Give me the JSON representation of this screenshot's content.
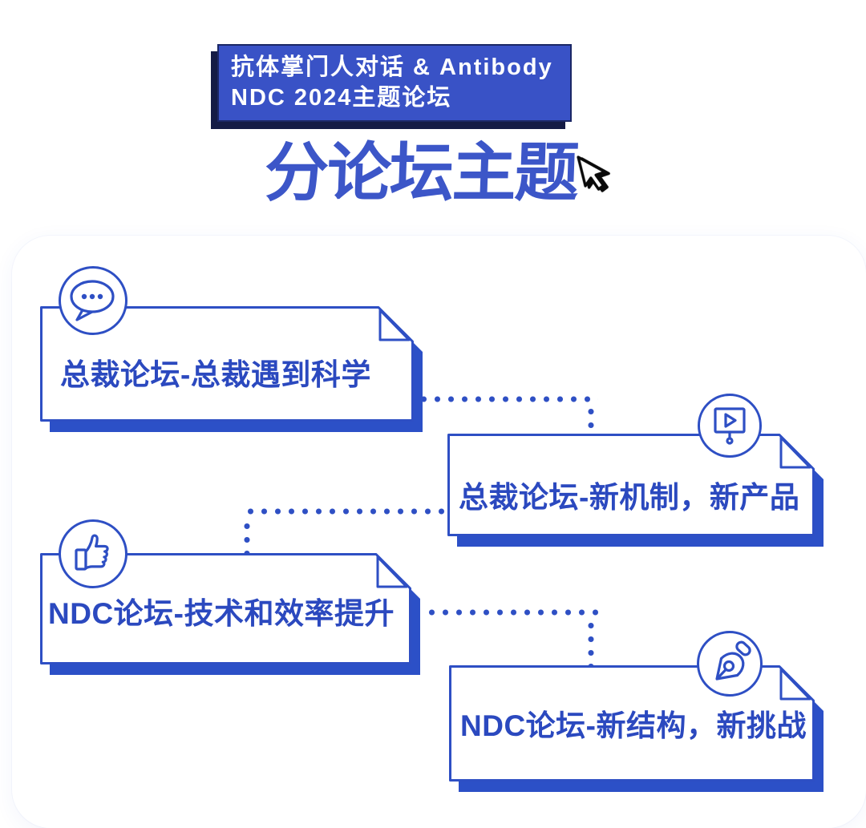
{
  "header": {
    "line1": "抗体掌门人对话 & Antibody",
    "line2": "NDC 2024主题论坛"
  },
  "title": {
    "text": "分论坛主题",
    "cursor_icon": "mouse-cursor-icon"
  },
  "topics": [
    {
      "label": "总裁论坛-总裁遇到科学",
      "icon": "speech-bubble-icon"
    },
    {
      "label": "总裁论坛-新机制，新产品",
      "icon": "presentation-play-icon"
    },
    {
      "label": "NDC论坛-技术和效率提升",
      "icon": "thumbs-up-icon"
    },
    {
      "label": "NDC论坛-新结构，新挑战",
      "icon": "pen-nib-icon"
    }
  ],
  "colors": {
    "accent_blue": "#3952C6",
    "border_blue": "#2E4FC4",
    "text_blue": "#2B49BF",
    "shadow_blue": "#2C50C7",
    "deep_navy": "#141B45",
    "background": "#FFFFFF",
    "cursor_black": "#0A0A0A"
  }
}
